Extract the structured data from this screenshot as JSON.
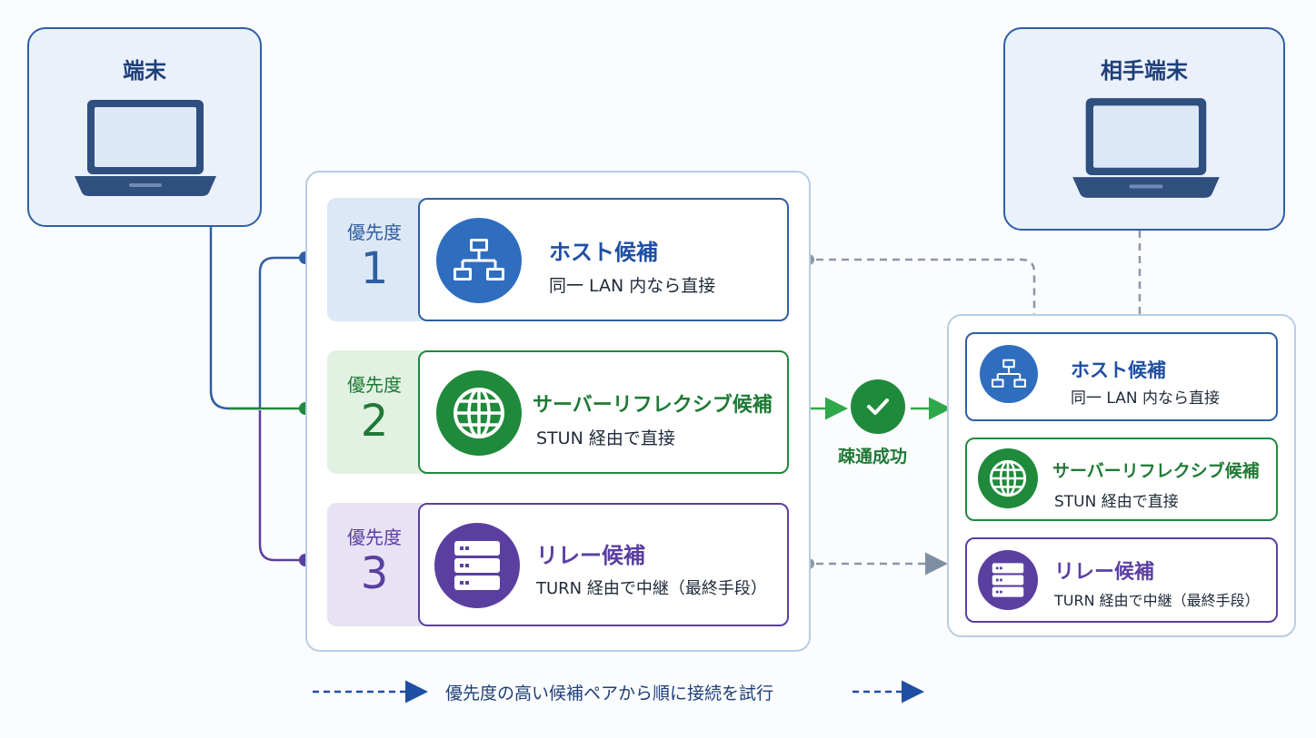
{
  "left_device": {
    "title": "端末"
  },
  "right_device": {
    "title": "相手端末"
  },
  "candidates": [
    {
      "priority_label": "優先度",
      "priority": "1",
      "title": "ホスト候補",
      "subtitle": "同一 LAN 内なら直接",
      "icon": "network-icon",
      "color": "#2f6dbf"
    },
    {
      "priority_label": "優先度",
      "priority": "2",
      "title": "サーバーリフレクシブ候補",
      "subtitle": "STUN 経由で直接",
      "icon": "globe-icon",
      "color": "#1f8a3b"
    },
    {
      "priority_label": "優先度",
      "priority": "3",
      "title": "リレー候補",
      "subtitle": "TURN 経由で中継（最終手段）",
      "icon": "server-icon",
      "color": "#5b3fa0"
    }
  ],
  "remote_candidates": [
    {
      "title": "ホスト候補",
      "subtitle": "同一 LAN 内なら直接",
      "icon": "network-icon",
      "color": "#2f6dbf"
    },
    {
      "title": "サーバーリフレクシブ候補",
      "subtitle": "STUN 経由で直接",
      "icon": "globe-icon",
      "color": "#1f8a3b"
    },
    {
      "title": "リレー候補",
      "subtitle": "TURN 経由で中継（最終手段）",
      "icon": "server-icon",
      "color": "#5b3fa0"
    }
  ],
  "connection": {
    "label": "疎通成功",
    "icon": "check-icon"
  },
  "footer": {
    "text": "優先度の高い候補ペアから順に接続を試行"
  }
}
